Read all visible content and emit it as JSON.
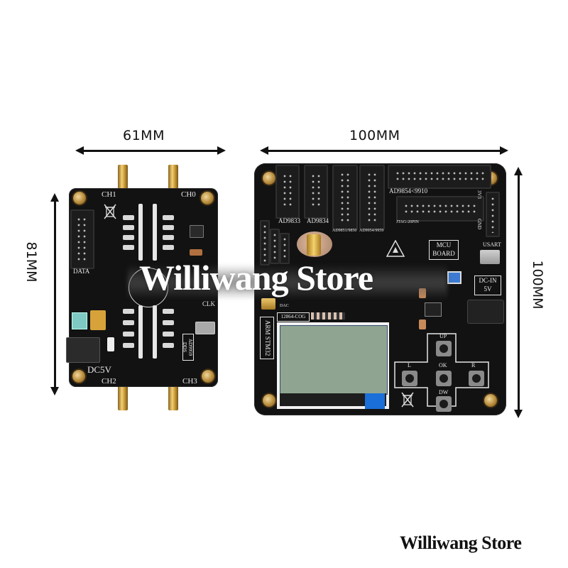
{
  "dimensions": {
    "left_board_width": "61MM",
    "left_board_height": "81MM",
    "right_board_width": "100MM",
    "right_board_height": "100MM"
  },
  "dds_board": {
    "channels": [
      "CH1",
      "CH0",
      "CH2",
      "CH3"
    ],
    "header_label": "DATA",
    "power_label": "DC5V",
    "clock_label": "CLK",
    "chip_label_line1": "AD9959",
    "chip_label_line2": "DDS"
  },
  "mcu_board": {
    "header_labels": [
      "AD9833",
      "AD9834",
      "AD9851/9850",
      "AD9954/9959"
    ],
    "long_header_label": "AD9854<9910",
    "jtag_label": "JTAG-20PIN",
    "power_pins": [
      "3V3",
      "GND"
    ],
    "board_label_line1": "MCU",
    "board_label_line2": "BOARD",
    "usart_label": "USART",
    "dc_in_label_line1": "DC-IN",
    "dc_in_label_line2": "5V",
    "mcu_label": "ARM STM32",
    "lcd_label": "12864-COG",
    "dac_label": "DAC",
    "buttons": {
      "up": "UP",
      "left": "L",
      "ok": "OK",
      "right": "R",
      "down": "DW"
    }
  },
  "watermark": {
    "text": "Williwang Store"
  },
  "footer": {
    "brand": "Williwang Store"
  },
  "colors": {
    "background": "#ffffff",
    "pcb": "#121212",
    "gold": "#d4a640",
    "lcd": "#8fa592",
    "lcd_tab": "#1a6fd8",
    "teal_switch": "#7fc9c4"
  }
}
